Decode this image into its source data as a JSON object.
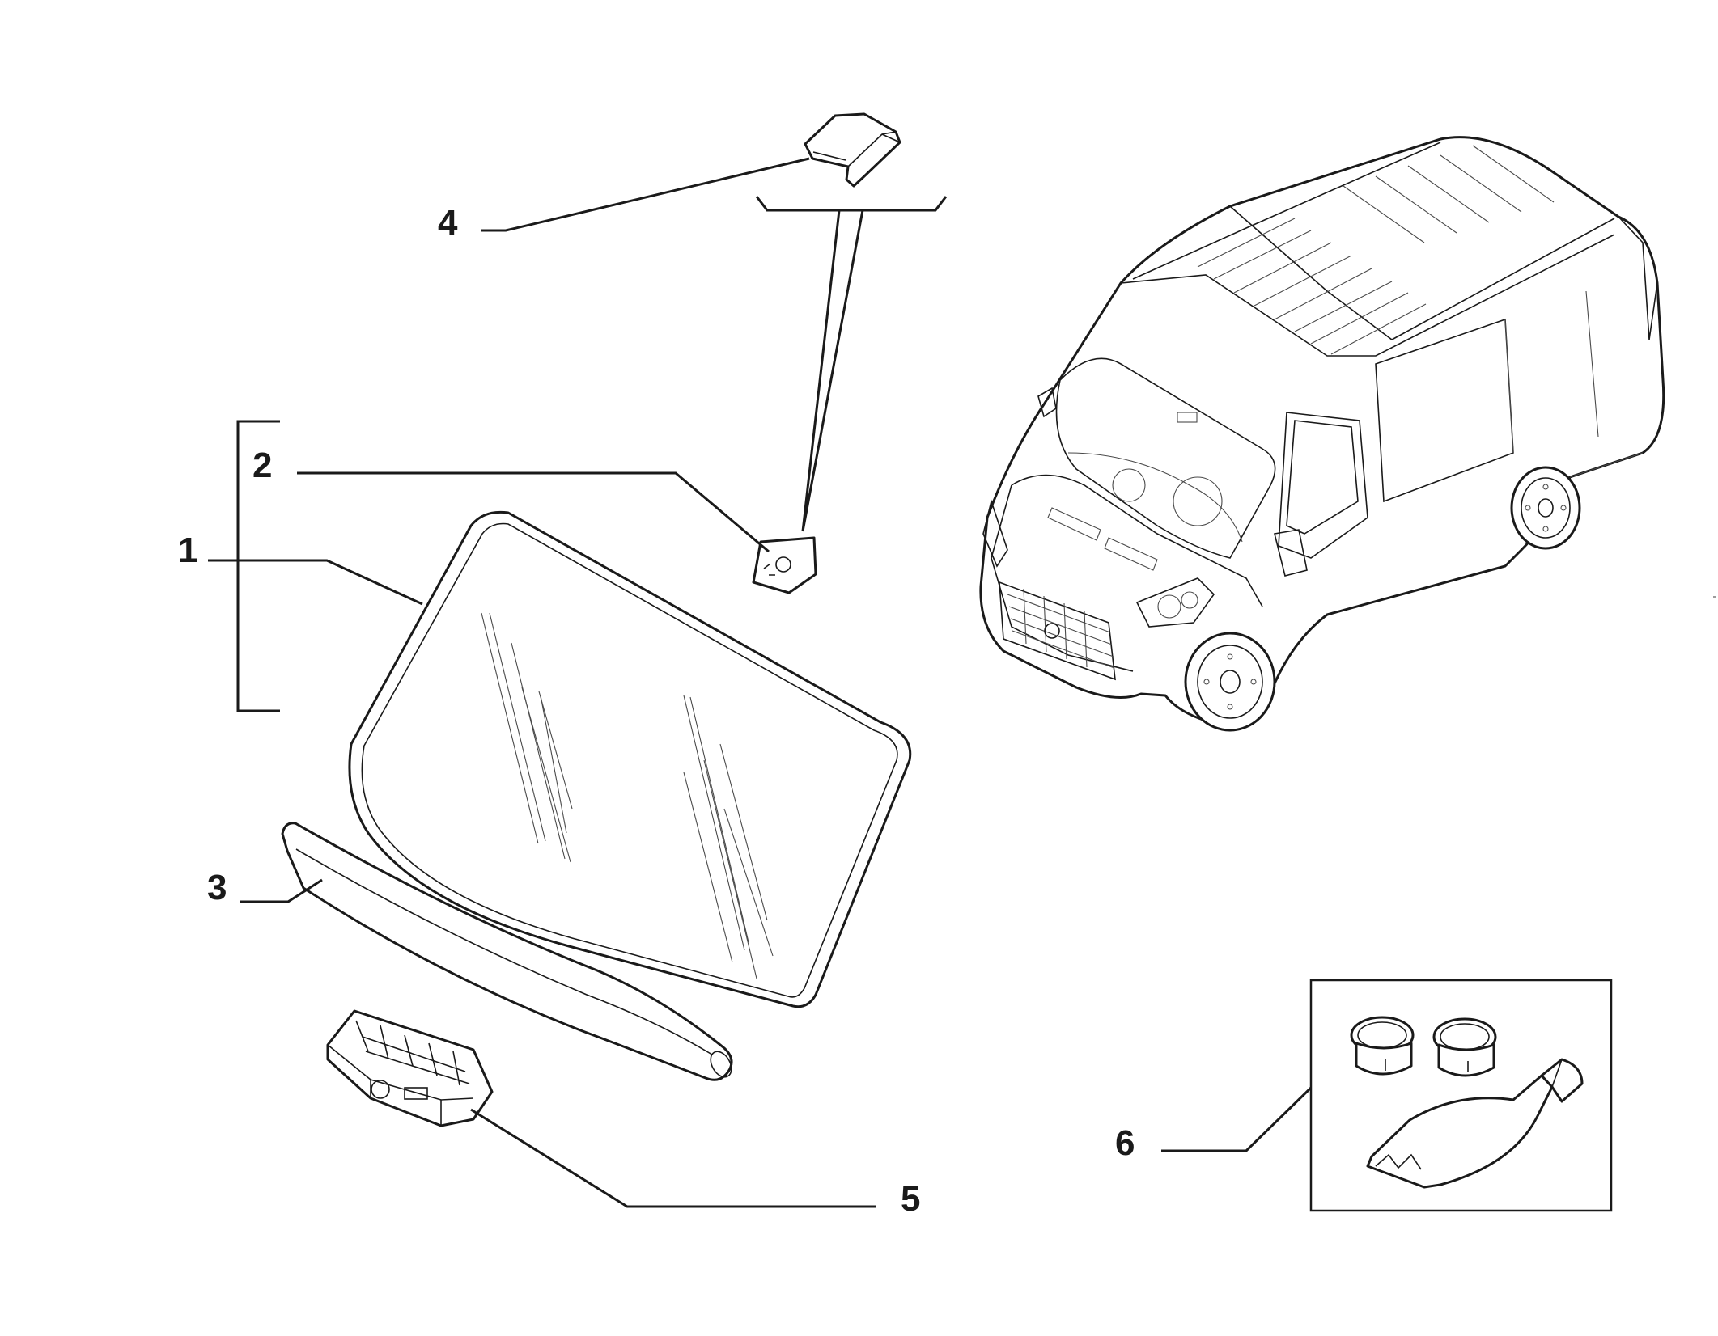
{
  "callouts": {
    "windscreen": "1",
    "sensor_bracket": "2",
    "lower_seal": "3",
    "mirror_cover": "4",
    "clip_block": "5",
    "bonding_kit": "6"
  },
  "line_color": "#1a1a1a",
  "background_color": "#ffffff"
}
